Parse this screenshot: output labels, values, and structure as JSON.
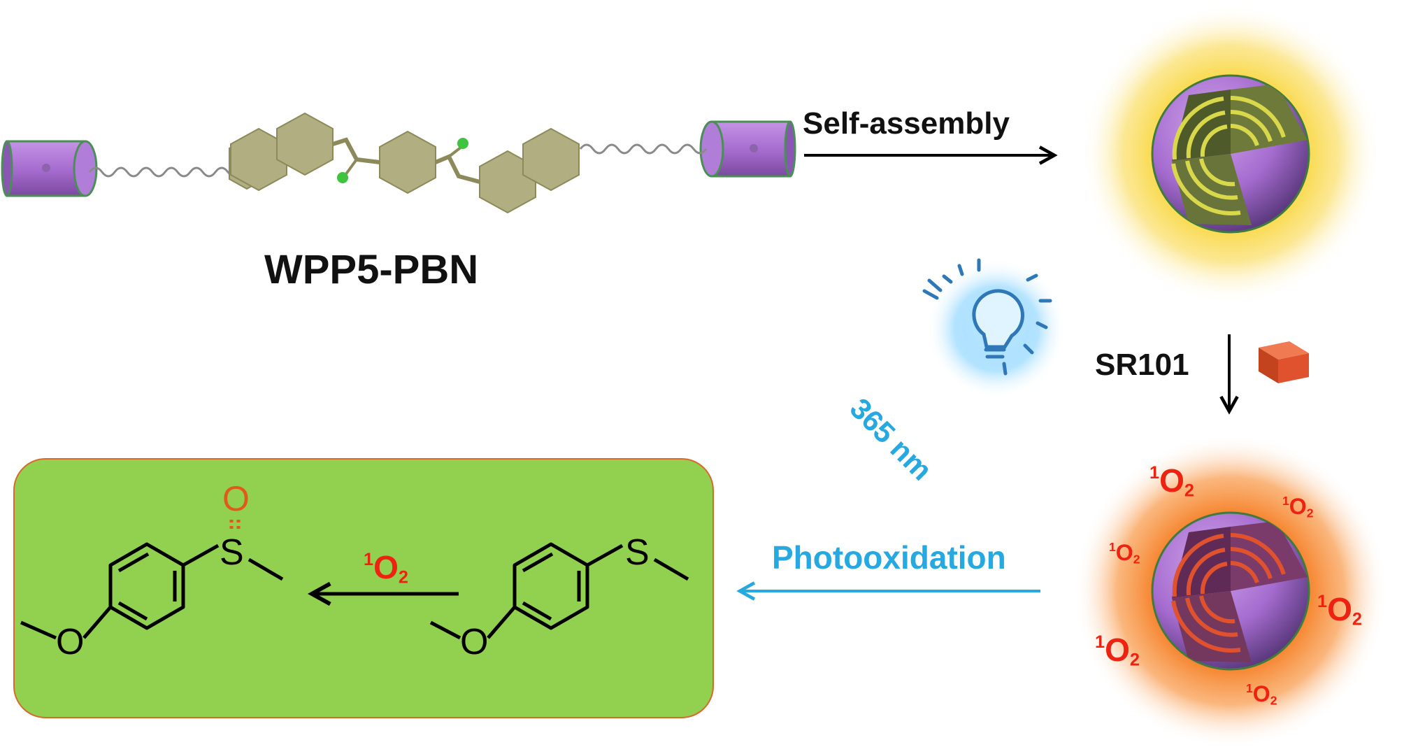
{
  "labels": {
    "molecule_name": "WPP5-PBN",
    "self_assembly": "Self-assembly",
    "sr101": "SR101",
    "wavelength": "365 nm",
    "photooxidation": "Photooxidation"
  },
  "singlet_oxygen": {
    "prefix": "1",
    "element": "O",
    "subscript": "2"
  },
  "atoms": {
    "sulfur": "S",
    "oxygen": "O",
    "sulfoxide_oxygen": "O"
  },
  "colors": {
    "pillararene": "#a86ad0",
    "pillararene_rim": "#3f8a4f",
    "phenyl": "#b1ae81",
    "chloride": "#3fc43f",
    "yellow_glow": "#f8c820",
    "orange_glow": "#f57a1e",
    "reaction_box": "#92d050",
    "reaction_border": "#d9682a",
    "singlet_oxygen": "#ee2211",
    "light_blue": "#26a8e0",
    "sr101_cube": "#e0512e"
  },
  "icons": {
    "bulb": "light-bulb-icon",
    "cube": "sr101-cube-icon"
  }
}
